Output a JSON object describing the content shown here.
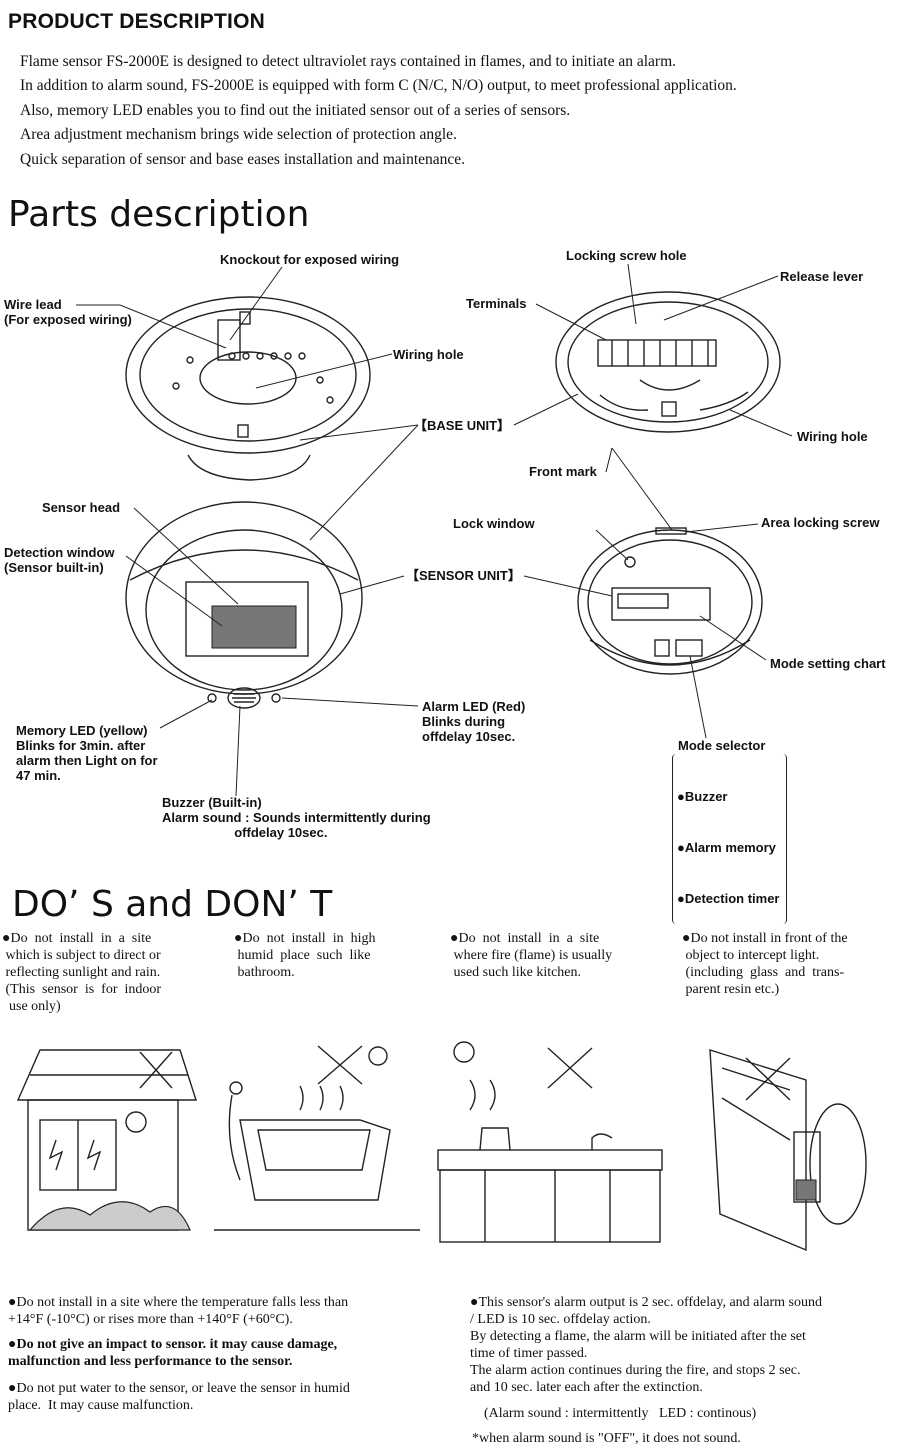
{
  "product": {
    "heading": "PRODUCT DESCRIPTION",
    "lines": [
      "Flame sensor FS-2000E is designed to detect ultraviolet rays contained in flames, and to initiate an alarm.",
      "In addition to alarm sound, FS-2000E is equipped with form C (N/C, N/O) output, to meet professional application.",
      "Also, memory LED enables you to find out the initiated sensor out of a series of sensors.",
      "Area adjustment mechanism brings wide selection of protection angle.",
      "Quick separation of sensor and base eases installation and maintenance."
    ]
  },
  "parts": {
    "heading": "Parts description",
    "knockout": "Knockout for exposed wiring",
    "wire_lead": "Wire lead\n(For exposed wiring)",
    "wiring_hole_left": "Wiring hole",
    "base_unit": "【BASE UNIT】",
    "sensor_head": "Sensor head",
    "detection_window": "Detection window\n(Sensor built-in)",
    "sensor_unit": "【SENSOR UNIT】",
    "alarm_led": "Alarm LED (Red)\nBlinks during\noffdelay 10sec.",
    "memory_led": "Memory LED (yellow)\nBlinks for 3min. after\nalarm then Light on for\n47 min.",
    "buzzer": "Buzzer (Built-in)\nAlarm sound : Sounds intermittently during\n                    offdelay 10sec.",
    "locking_screw_hole": "Locking screw hole",
    "release_lever": "Release lever",
    "terminals": "Terminals",
    "wiring_hole_right": "Wiring hole",
    "front_mark": "Front mark",
    "lock_window": "Lock window",
    "area_locking_screw": "Area locking screw",
    "mode_setting_chart": "Mode setting chart",
    "mode_selector": "Mode selector",
    "mode_items": [
      "Buzzer",
      "Alarm memory",
      "Detection timer"
    ]
  },
  "dos": {
    "heading": "DO’ S and DON’ T",
    "col1": "Do  not  install  in  a  site\n which is subject to direct or\n reflecting sunlight and rain.\n (This  sensor  is  for  indoor\n  use only)",
    "col2": "Do  not  install  in  high\n humid  place  such  like\n bathroom.",
    "col3": "Do  not  install  in  a  site\n where fire (flame) is usually\n used such like kitchen.",
    "col4": "Do not install in front of the\n object to intercept light.\n (including  glass  and  trans-\n parent resin etc.)",
    "bl1": "Do not install in a site where the temperature falls less than\n+14°F (-10°C) or rises more than +140°F (+60°C).",
    "bl2": "Do not give an impact to sensor. it may cause damage,\nmalfunction and less performance to the sensor.",
    "bl3": "Do not put water to the sensor, or leave the sensor in humid\nplace.  It may cause malfunction.",
    "br1": "This sensor's alarm output is 2 sec. offdelay, and alarm sound\n/ LED is 10 sec. offdelay action.\nBy detecting a flame, the alarm will be initiated after the set\ntime of timer passed.\nThe alarm action continues during the fire, and stops 2 sec.\nand 10 sec. later each after the extinction.",
    "br2": "(Alarm sound : intermittently   LED : continous)",
    "br3": "*when alarm sound is \"OFF\", it does not sound."
  }
}
